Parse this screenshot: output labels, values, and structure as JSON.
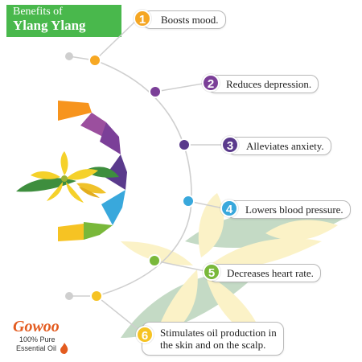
{
  "title": {
    "line1": "Benefits of",
    "line2": "Ylang Ylang"
  },
  "benefits": [
    {
      "number": "1",
      "text": "Boosts mood.",
      "color": "#f5a623"
    },
    {
      "number": "2",
      "text": "Reduces depression.",
      "color": "#7b3f98"
    },
    {
      "number": "3",
      "text": "Alleviates anxiety.",
      "color": "#5a3a8c"
    },
    {
      "number": "4",
      "text": "Lowers blood pressure.",
      "color": "#39a8dc"
    },
    {
      "number": "5",
      "text": "Decreases heart rate.",
      "color": "#79b83a"
    },
    {
      "number": "6",
      "text_line1": "Stimulates oil production in",
      "text_line2": "the skin and on the scalp.",
      "color": "#f6c323"
    }
  ],
  "logo": {
    "brand": "Gowoo",
    "line1": "100% Pure",
    "line2": "Essential Oil",
    "accent": "#e35b1f"
  },
  "arc_colors": [
    "#f7941d",
    "#7b3f98",
    "#5a3a8c",
    "#39a8dc",
    "#79b83a",
    "#f6c323"
  ]
}
